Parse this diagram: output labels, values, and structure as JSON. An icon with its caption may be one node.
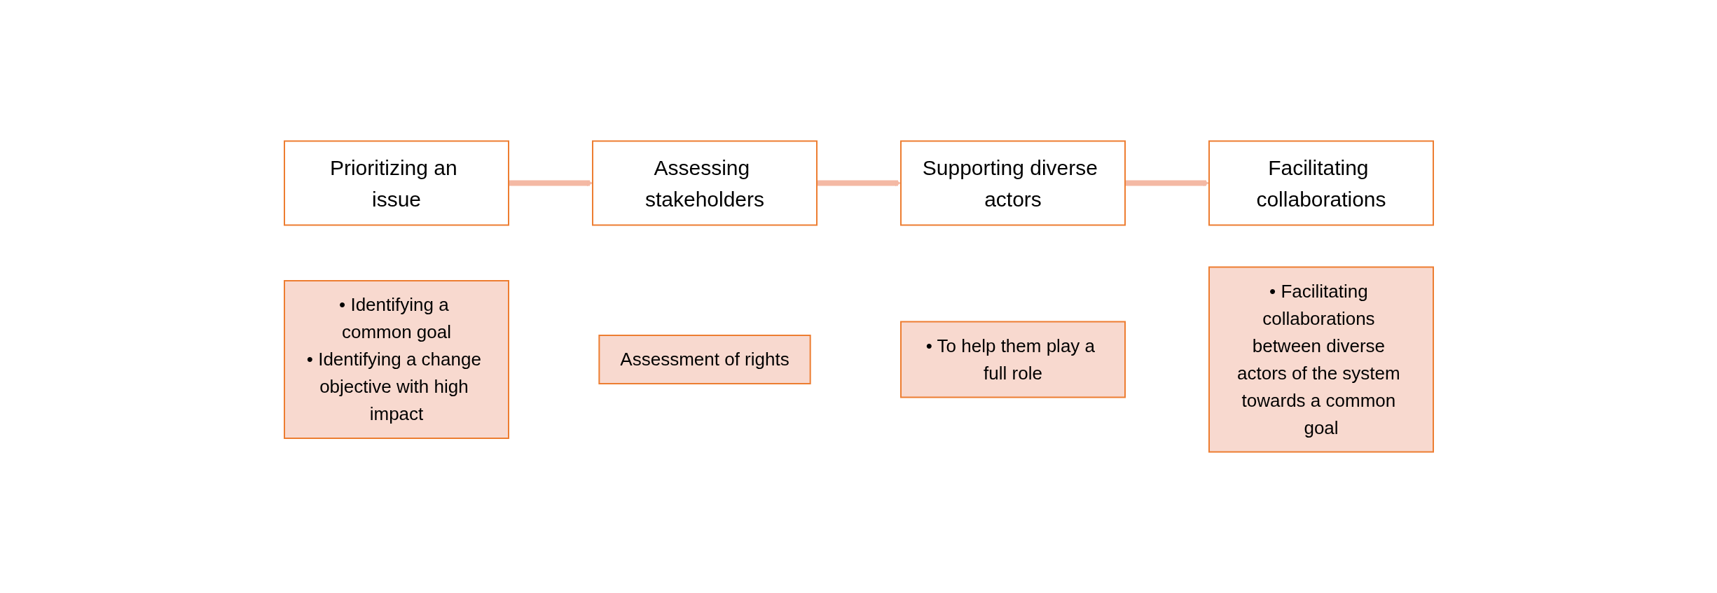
{
  "diagram": {
    "nodes": [
      {
        "text": [
          "Prioritizing an issue"
        ]
      },
      {
        "text": [
          "• Identifying a common goal",
          "• Identifying a change objective with high impact"
        ]
      },
      {
        "text": [
          "Assessing stakeholders"
        ]
      },
      {
        "text": [
          "Assessment of rights"
        ]
      },
      {
        "text": [
          "Supporting diverse actors"
        ]
      },
      {
        "text": [
          "• To help them play a full role"
        ]
      },
      {
        "text": [
          "Facilitating collaborations"
        ]
      },
      {
        "text": [
          "• Facilitating collaborations between diverse actors of the system towards a common goal"
        ]
      }
    ],
    "edges": [
      {
        "from": 0,
        "to": 2,
        "arrow": "to"
      },
      {
        "from": 2,
        "to": 4,
        "arrow": "to"
      },
      {
        "from": 4,
        "to": 6,
        "arrow": "to"
      }
    ]
  }
}
